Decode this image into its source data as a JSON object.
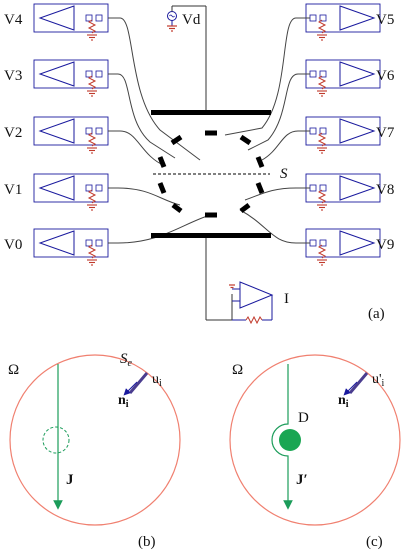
{
  "panel_a": {
    "left_channels": [
      "V4",
      "V3",
      "V2",
      "V1",
      "V0"
    ],
    "right_channels": [
      "V5",
      "V6",
      "V7",
      "V8",
      "V9"
    ],
    "supply_label": "Vd",
    "surface_label": "S",
    "current_label": "I",
    "caption": "(a)"
  },
  "panel_b": {
    "domain_label": "Ω",
    "electrode_label_main": "S",
    "electrode_label_sub": "e",
    "potential_label": "u",
    "potential_sub": "i",
    "normal_label": "n",
    "normal_sub": "i",
    "current_label": "J",
    "caption": "(b)"
  },
  "panel_c": {
    "domain_label": "Ω",
    "potential_label": "u'",
    "potential_sub": "i",
    "normal_label": "n",
    "normal_sub": "i",
    "defect_label": "D",
    "current_label": "J′",
    "caption": "(c)"
  },
  "colors": {
    "circuit": "#1a1a9e",
    "wire": "#333333",
    "resistor": "#c0392b",
    "domain_circle": "#f08070",
    "current_arrow": "#1b9c5a",
    "electrode": "#4b3d8f",
    "defect_fill": "#1aa653"
  },
  "icons": {
    "amplifier": "op-amp-triangle-icon",
    "ground": "ground-icon",
    "source": "voltage-source-icon"
  }
}
